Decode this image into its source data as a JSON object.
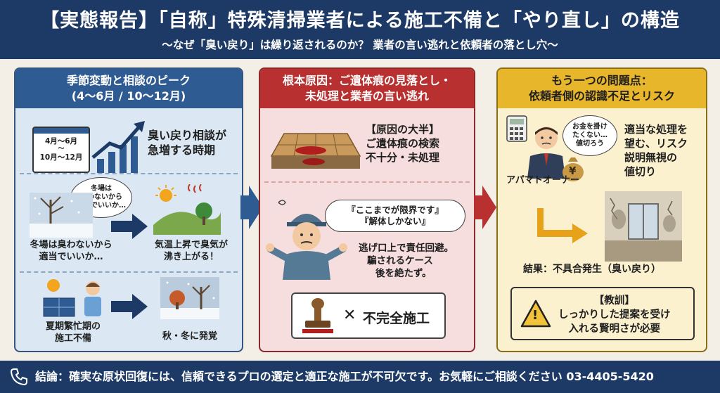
{
  "header": {
    "title": "【実態報告】「自称」特殊清掃業者による施工不備と「やり直し」の構造",
    "subtitle": "〜なぜ「臭い戻り」は繰り返されるのか？ 業者の言い逃れと依頼者の落とし穴〜"
  },
  "panel1": {
    "title_line1": "季節変動と相談のピーク",
    "title_line2": "(4〜6月 / 10〜12月)",
    "calendar_line1": "4月〜6月",
    "calendar_sep": "〜",
    "calendar_line2": "10月〜12月",
    "peak_line1": "臭い戻り相談が",
    "peak_line2": "急増する時期",
    "bubble_line1": "冬場は",
    "bubble_line2": "臭わないから",
    "bubble_line3": "適当でいいか…",
    "winter_line1": "冬場は臭わないから",
    "winter_line2": "適当でいいか…",
    "heat_line1": "気温上昇で臭気が",
    "heat_line2": "沸き上がる！",
    "summer_line1": "夏期繁忙期の",
    "summer_line2": "施工不備",
    "autumn_label": "秋・冬に発覚"
  },
  "panel2": {
    "title_line1": "根本原因：ご遺体痕の見落とし・",
    "title_line2": "未処理と業者の言い逃れ",
    "cause_line1": "【原因の大半】",
    "cause_line2": "ご遺体痕の検索",
    "cause_line3": "不十分・未処理",
    "speech_line1": "『ここまでが限界です』",
    "speech_line2": "『解体しかない』",
    "escape_line1": "逃げ口上で責任回避。",
    "escape_line2": "騙されるケース",
    "escape_line3": "後を絶たず。",
    "stamp_mark": "✕",
    "stamp_label": "不完全施工"
  },
  "panel3": {
    "title_line1": "もう一つの問題点：",
    "title_line2": "依頼者側の認識不足とリスク",
    "owner_bubble_line1": "お金を掛け",
    "owner_bubble_line2": "たくない…",
    "owner_bubble_line3": "値切ろう",
    "owner_label": "アパマトオーナー",
    "problem_line1": "適当な処理を",
    "problem_line2": "望む、リスク",
    "problem_line3": "説明無視の",
    "problem_line4": "値切り",
    "money_mark": "¥",
    "result_label": "結果：不具合発生（臭い戻り）",
    "lesson_title": "【教訓】",
    "lesson_line1": "しっかりした提案を受け",
    "lesson_line2": "入れる賢明さが必要",
    "warning_mark": "!"
  },
  "footer": {
    "text": "結論：確実な原状回復には、信頼できるプロの選定と適正な施工が不可欠です。お気軽にご相談ください 03-4405-5420"
  },
  "colors": {
    "navy": "#1d3a66",
    "blue": "#2f5b93",
    "red": "#b83030",
    "yellow": "#e8b62a"
  }
}
